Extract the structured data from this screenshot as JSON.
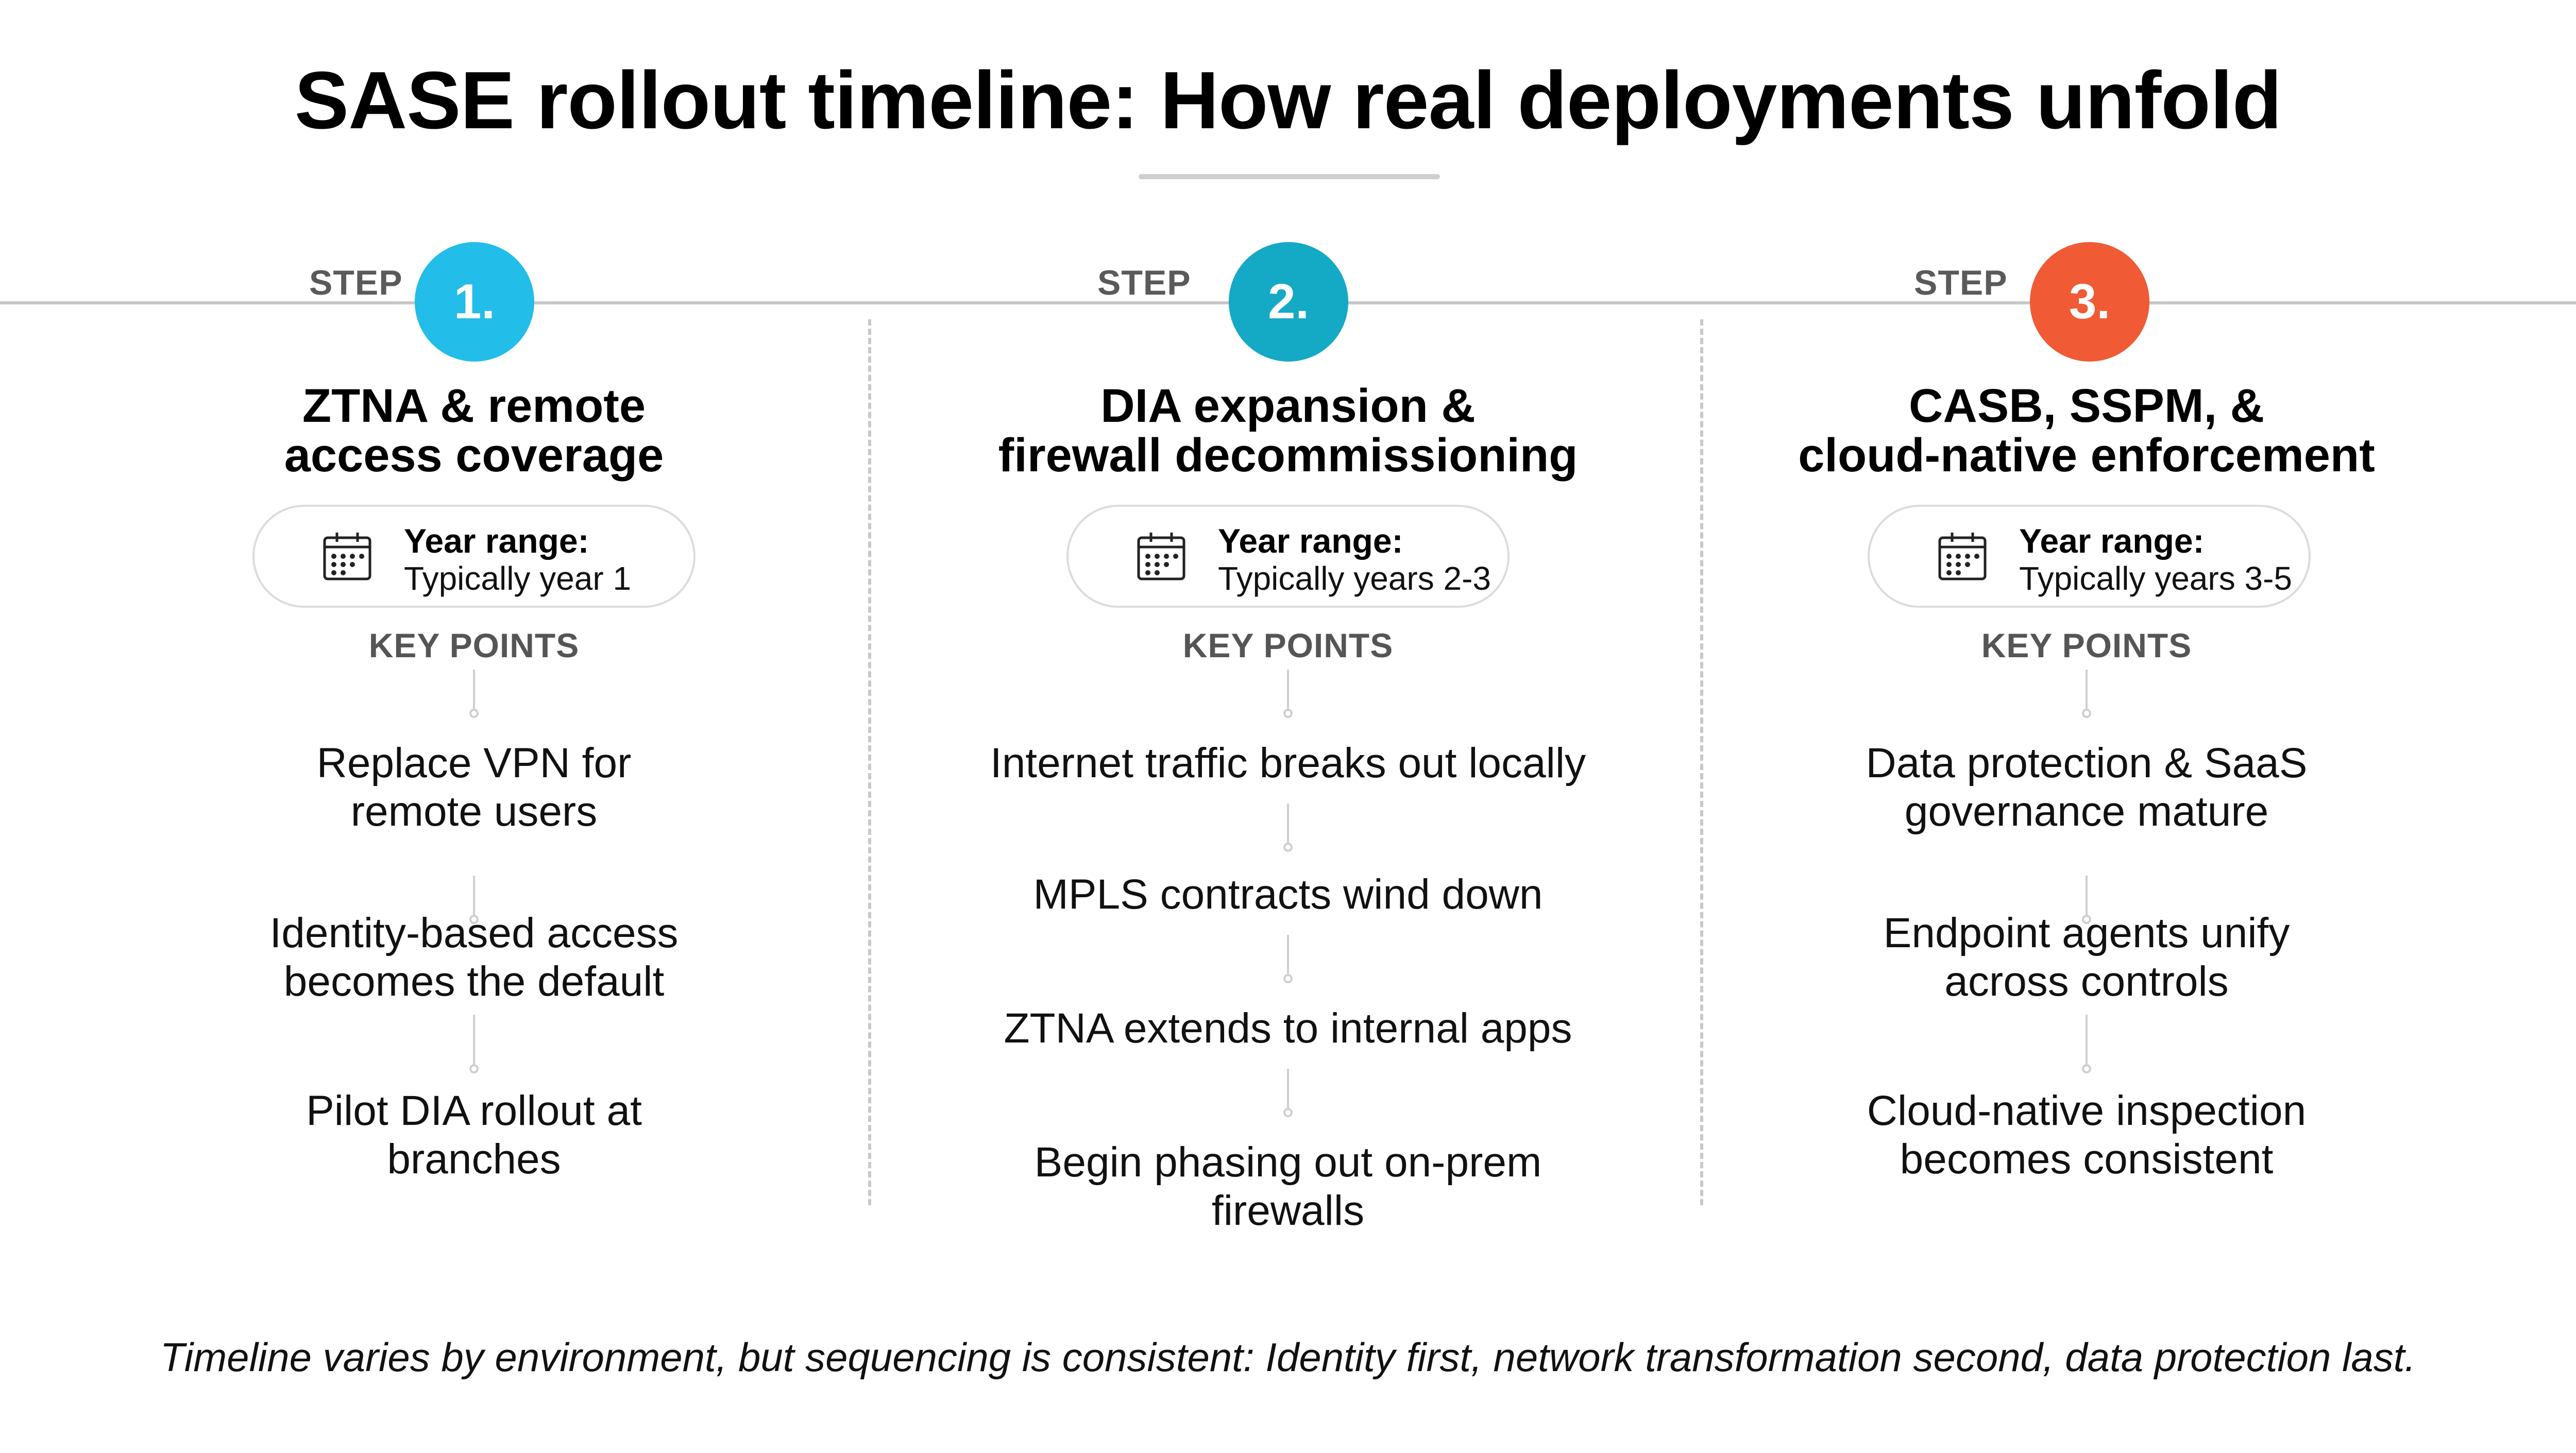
{
  "title": "SASE rollout timeline: How real deployments unfold",
  "footnote": "Timeline varies by environment, but sequencing is consistent: Identity first, network transformation second, data protection last.",
  "colors": {
    "step1": "#22bde8",
    "step2": "#14a9c4",
    "step3": "#f05a35",
    "timeline": "#c8c8c8"
  },
  "steps": [
    {
      "step_label": "STEP",
      "number": "1.",
      "title_line1": "ZTNA & remote",
      "title_line2": "access coverage",
      "year_label": "Year range:",
      "year_value": "Typically year 1",
      "key_points_label": "KEY POINTS",
      "icon": "calendar-icon",
      "points": [
        {
          "line1": "Replace VPN for",
          "line2": "remote users"
        },
        {
          "line1": "Identity-based access",
          "line2": "becomes the default"
        },
        {
          "line1": "Pilot DIA rollout at",
          "line2": "branches"
        }
      ]
    },
    {
      "step_label": "STEP",
      "number": "2.",
      "title_line1": "DIA expansion &",
      "title_line2": "firewall decommissioning",
      "year_label": "Year range:",
      "year_value": "Typically years 2-3",
      "key_points_label": "KEY POINTS",
      "icon": "calendar-icon",
      "points": [
        {
          "line1": "Internet traffic breaks out locally",
          "line2": ""
        },
        {
          "line1": "MPLS contracts wind down",
          "line2": ""
        },
        {
          "line1": "ZTNA extends to internal apps",
          "line2": ""
        },
        {
          "line1": "Begin phasing out on-prem",
          "line2": "firewalls"
        }
      ]
    },
    {
      "step_label": "STEP",
      "number": "3.",
      "title_line1": "CASB, SSPM, &",
      "title_line2": "cloud-native enforcement",
      "year_label": "Year range:",
      "year_value": "Typically years 3-5",
      "key_points_label": "KEY POINTS",
      "icon": "calendar-icon",
      "points": [
        {
          "line1": "Data protection & SaaS",
          "line2": "governance mature"
        },
        {
          "line1": "Endpoint agents unify",
          "line2": "across controls"
        },
        {
          "line1": "Cloud-native inspection",
          "line2": "becomes consistent"
        }
      ]
    }
  ]
}
